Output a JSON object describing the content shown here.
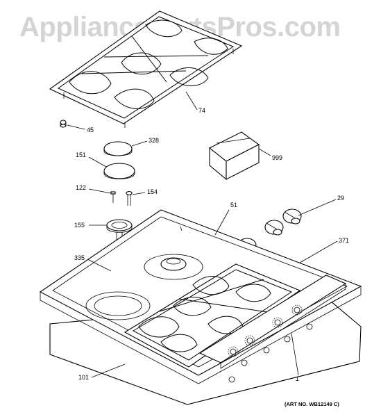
{
  "watermark": "AppliancePartsPros.com",
  "art_no": "(ART NO. WB12149 C)",
  "callouts": {
    "grate_top": "74",
    "grate_foot": "45",
    "cap_small": "328",
    "cap_large": "151",
    "electrode_screw": "122",
    "burner_screw": "154",
    "burner_head": "155",
    "burner_base": "335",
    "knob_box": "999",
    "knobs": "29",
    "knob_seal": "371",
    "cooktop": "51",
    "control_panel": "1",
    "burner_box": "101"
  },
  "colors": {
    "line": "#000000",
    "watermark": "#d4d4d4",
    "background": "#ffffff"
  }
}
